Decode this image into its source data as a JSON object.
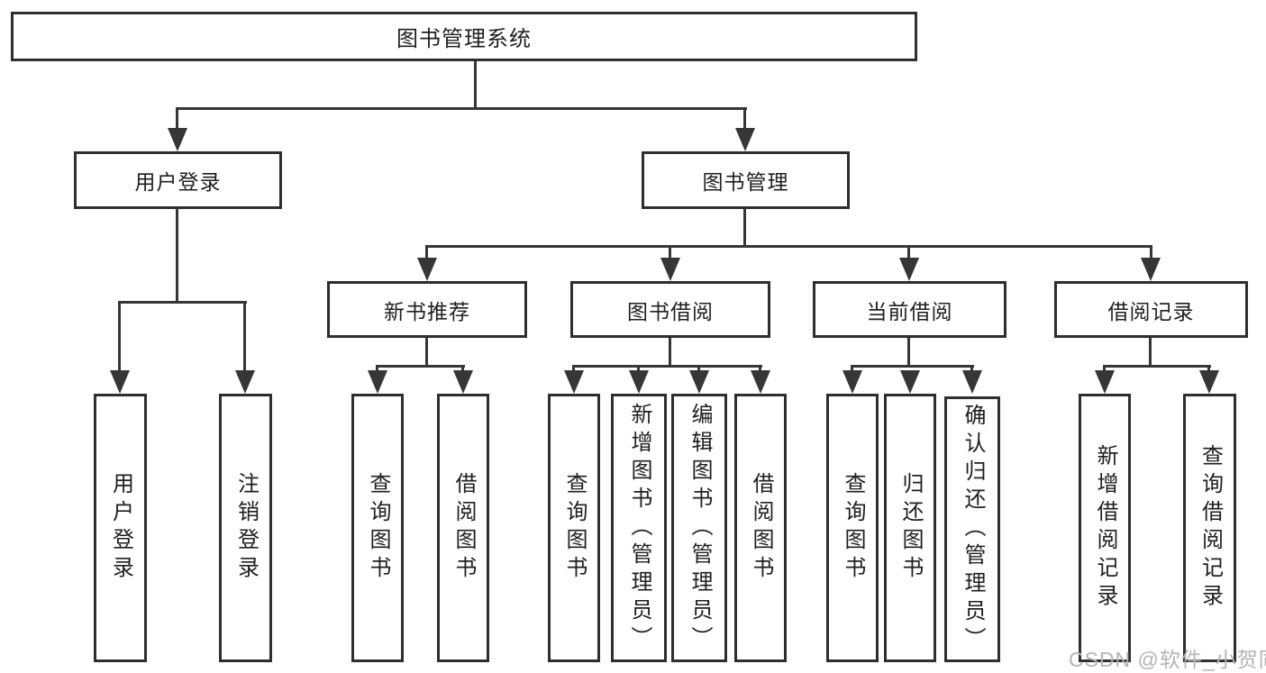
{
  "diagram": {
    "root": {
      "label": "图书管理系统"
    },
    "level2": [
      {
        "label": "用户登录"
      },
      {
        "label": "图书管理"
      }
    ],
    "level3": [
      {
        "label": "新书推荐"
      },
      {
        "label": "图书借阅"
      },
      {
        "label": "当前借阅"
      },
      {
        "label": "借阅记录"
      }
    ],
    "leaves": [
      {
        "label": "用户登录"
      },
      {
        "label": "注销登录"
      },
      {
        "label": "查询图书"
      },
      {
        "label": "借阅图书"
      },
      {
        "label": "查询图书"
      },
      {
        "label": "新增图书（管理员）"
      },
      {
        "label": "编辑图书（管理员）"
      },
      {
        "label": "借阅图书"
      },
      {
        "label": "查询图书"
      },
      {
        "label": "归还图书"
      },
      {
        "label": "确认归还（管理员）"
      },
      {
        "label": "新增借阅记录"
      },
      {
        "label": "查询借阅记录"
      }
    ]
  },
  "watermark": {
    "text": "CSDN @软件_小贺同学"
  },
  "colors": {
    "line": "#363636",
    "box_border": "#2e2e2e",
    "box_background": "#ffffff",
    "text": "#1f1f1f",
    "watermark": "#b4b4b4",
    "background": "#ffffff"
  }
}
